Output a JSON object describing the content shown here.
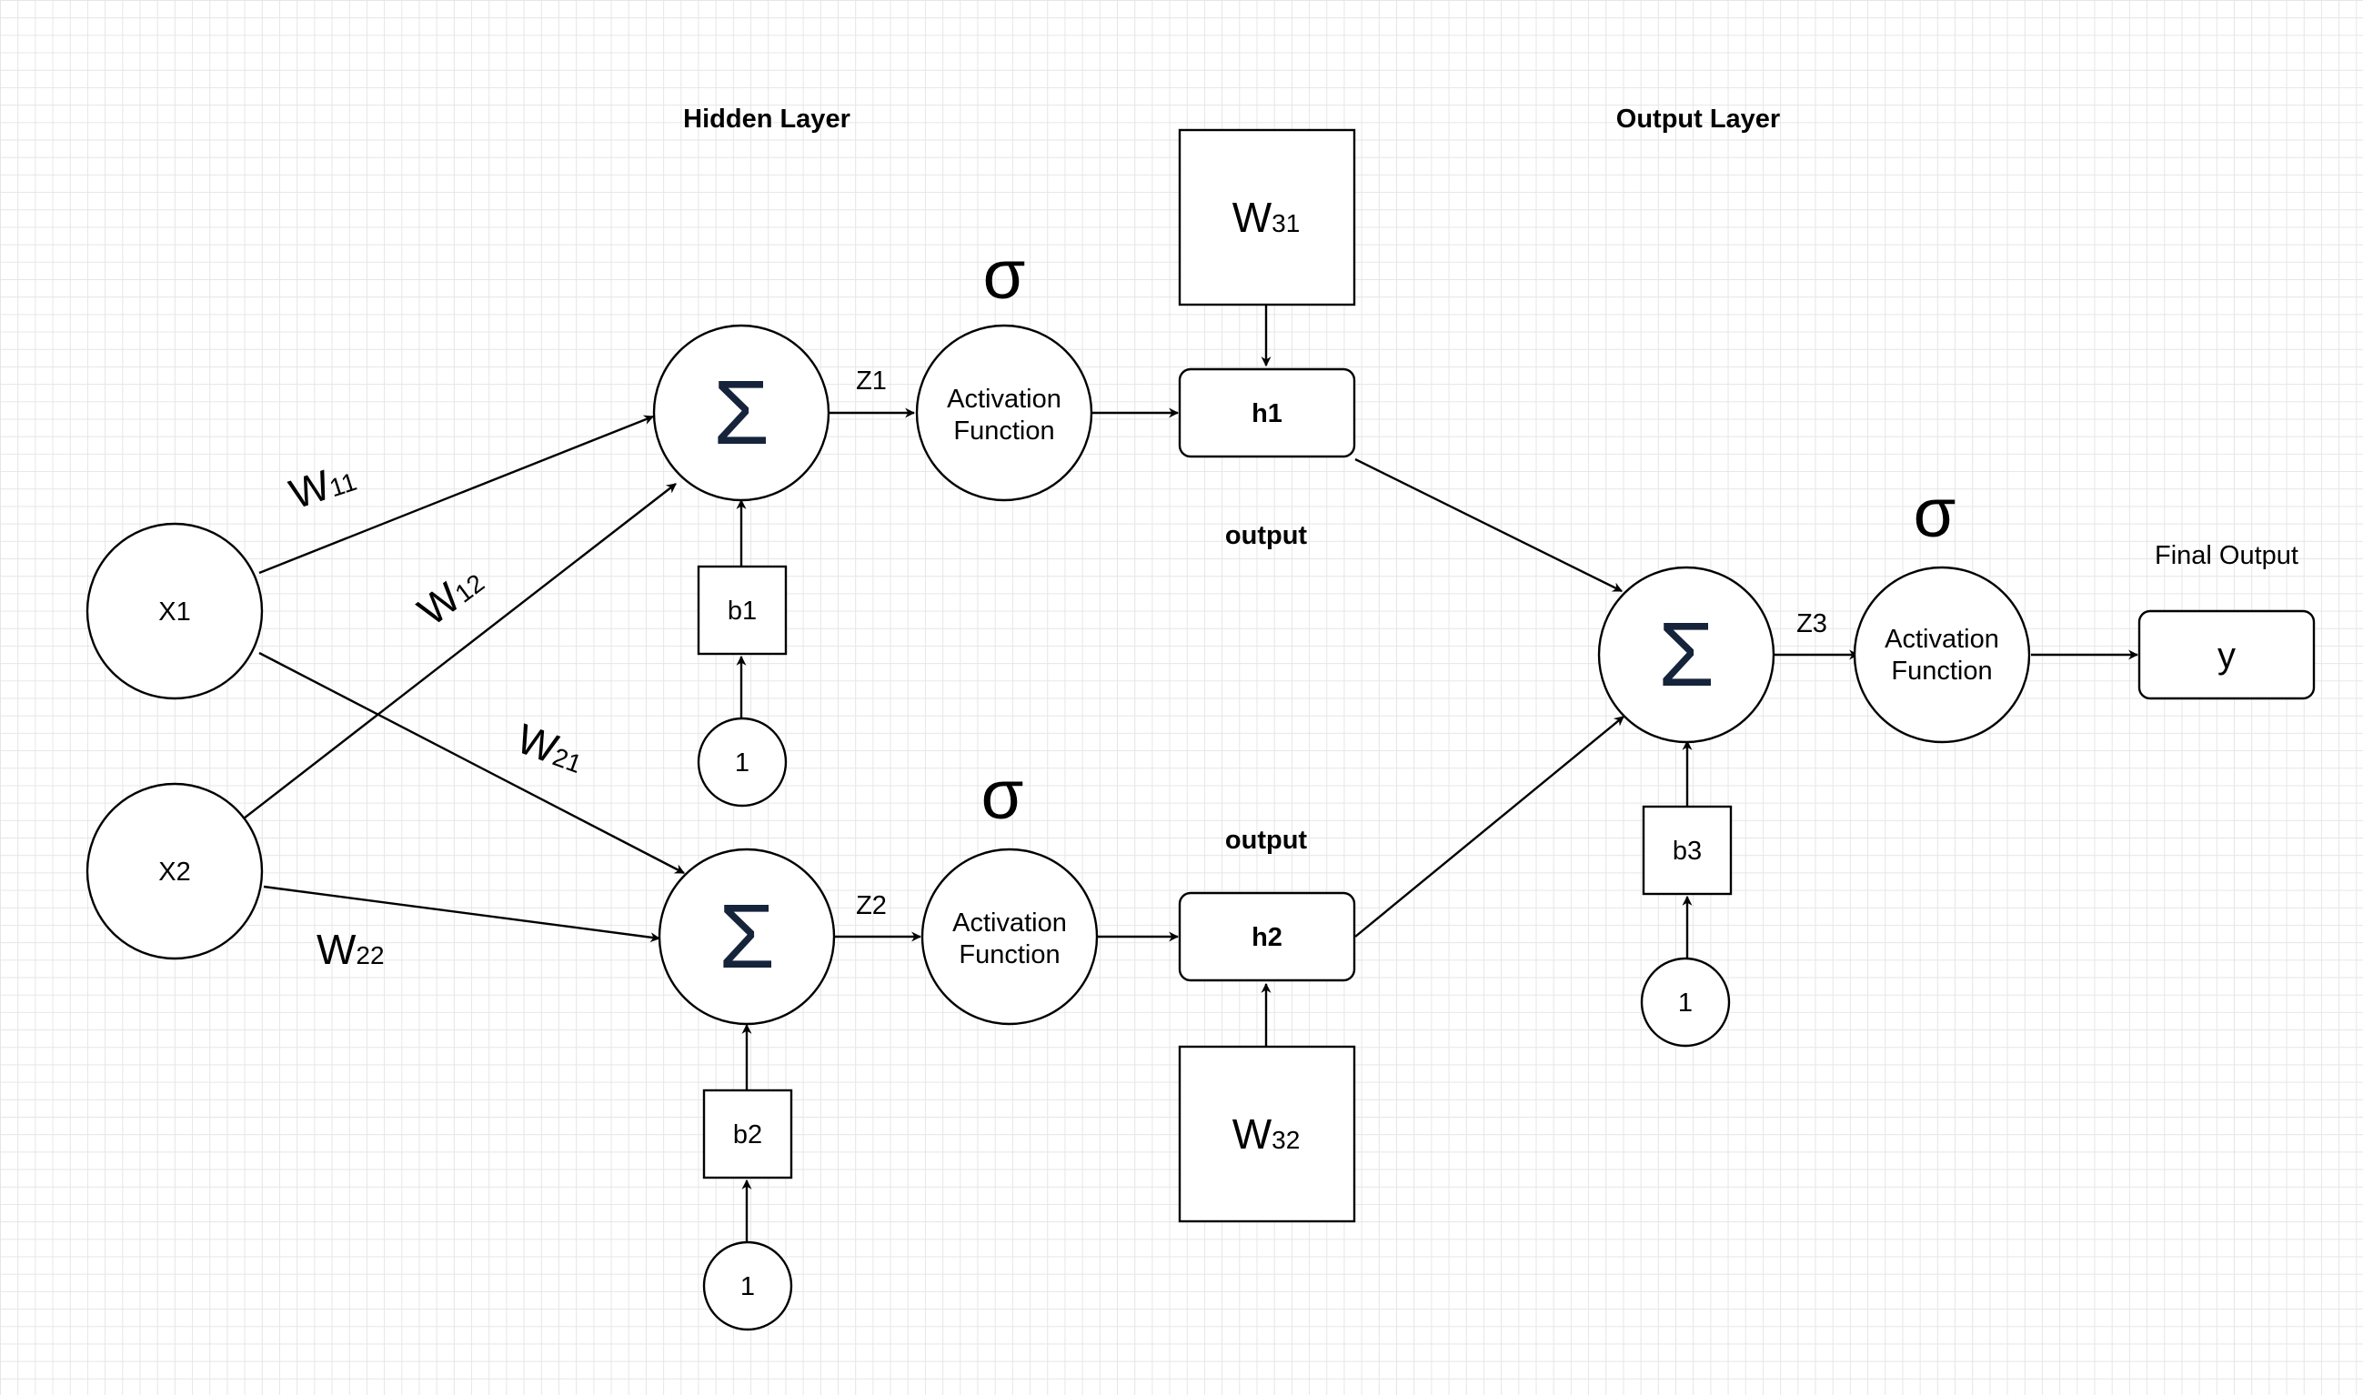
{
  "layers": {
    "hidden": "Hidden Layer",
    "output": "Output Layer",
    "final": "Final Output"
  },
  "inputs": {
    "x1": "X1",
    "x2": "X2"
  },
  "weights": {
    "w11": {
      "base": "W",
      "sub": "11"
    },
    "w12": {
      "base": "W",
      "sub": "12"
    },
    "w21": {
      "base": "W",
      "sub": "21"
    },
    "w22": {
      "base": "W",
      "sub": "22"
    },
    "w31": {
      "base": "W",
      "sub": "31"
    },
    "w32": {
      "base": "W",
      "sub": "32"
    }
  },
  "symbols": {
    "sum": "Σ",
    "sigma": "σ"
  },
  "biases": {
    "b1": "b1",
    "b2": "b2",
    "b3": "b3",
    "one": "1"
  },
  "signals": {
    "z1": "Z1",
    "z2": "Z2",
    "z3": "Z3"
  },
  "activation": {
    "line1": "Activation",
    "line2": "Function"
  },
  "hidden_outputs": {
    "h1": "h1",
    "h2": "h2",
    "label": "output"
  },
  "final_output": "y"
}
